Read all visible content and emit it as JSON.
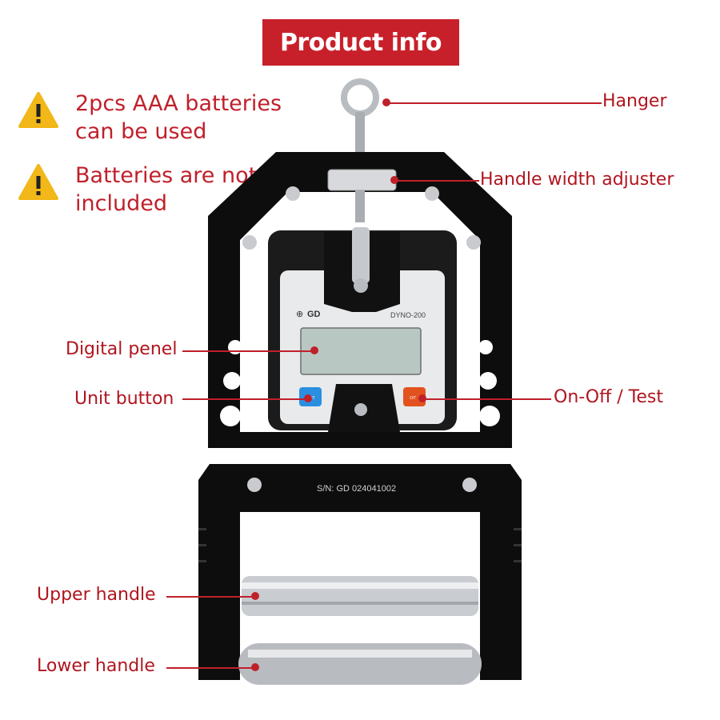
{
  "header": {
    "title": "Product info"
  },
  "warnings": [
    {
      "icon": "warning-icon",
      "text_line1": "2pcs AAA batteries",
      "text_line2": "can be used"
    },
    {
      "icon": "warning-icon",
      "text_line1": "Batteries are not",
      "text_line2": "included"
    }
  ],
  "device": {
    "brand": "GD",
    "model": "DYNO-200",
    "serial": "S/N: GD 024041002",
    "unit_button_label": "UNIT",
    "test_button_label": "O/T"
  },
  "callouts": {
    "hanger": "Hanger",
    "width_adjuster": "Handle width adjuster",
    "digital_panel": "Digital penel",
    "unit_button": "Unit button",
    "on_off": "On-Off / Test",
    "upper_handle": "Upper handle",
    "lower_handle": "Lower handle"
  },
  "colors": {
    "accent": "#c8202a",
    "frame": "#0d0d0d",
    "panel": "#e9eaec",
    "lcd": "#b9c7c3"
  }
}
